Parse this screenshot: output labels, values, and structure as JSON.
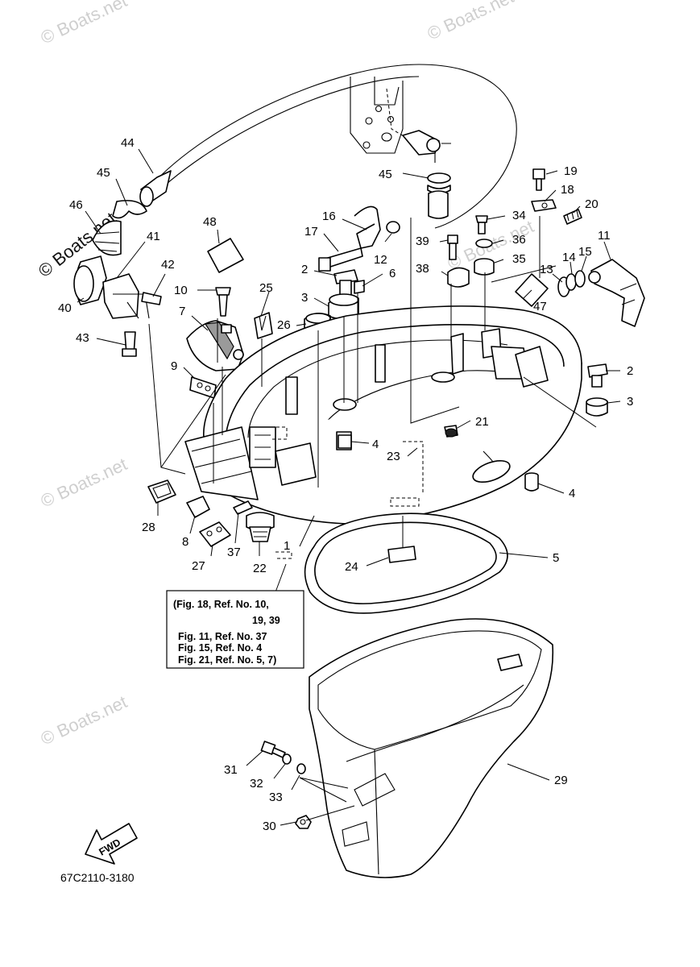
{
  "diagram_code": "67C2110-3180",
  "reference_note": [
    "(Fig. 18, Ref. No. 10,",
    "19, 39",
    "Fig. 11, Ref. No. 37",
    "Fig. 15, Ref. No. 4",
    "Fig. 21, Ref. No. 5, 7)"
  ],
  "fwd_label": "FWD",
  "watermark": "© Boats.net",
  "callouts": {
    "c44": "44",
    "c45a": "45",
    "c46": "46",
    "c41": "41",
    "c42": "42",
    "c40": "40",
    "c43": "43",
    "c10": "10",
    "c7": "7",
    "c9": "9",
    "c48": "48",
    "c25": "25",
    "c16": "16",
    "c17": "17",
    "c2a": "2",
    "c3a": "3",
    "c26": "26",
    "c6": "6",
    "c12": "12",
    "c45b": "45",
    "c19": "19",
    "c18": "18",
    "c20": "20",
    "c34": "34",
    "c39": "39",
    "c36": "36",
    "c35": "35",
    "c38": "38",
    "c13": "13",
    "c14": "14",
    "c15": "15",
    "c11": "11",
    "c47": "47",
    "c2b": "2",
    "c3b": "3",
    "c21": "21",
    "c4a": "4",
    "c23": "23",
    "c4b": "4",
    "c28": "28",
    "c8": "8",
    "c27": "27",
    "c37": "37",
    "c22": "22",
    "c1": "1",
    "c24": "24",
    "c5": "5",
    "c31": "31",
    "c32": "32",
    "c33": "33",
    "c30": "30",
    "c29": "29"
  }
}
